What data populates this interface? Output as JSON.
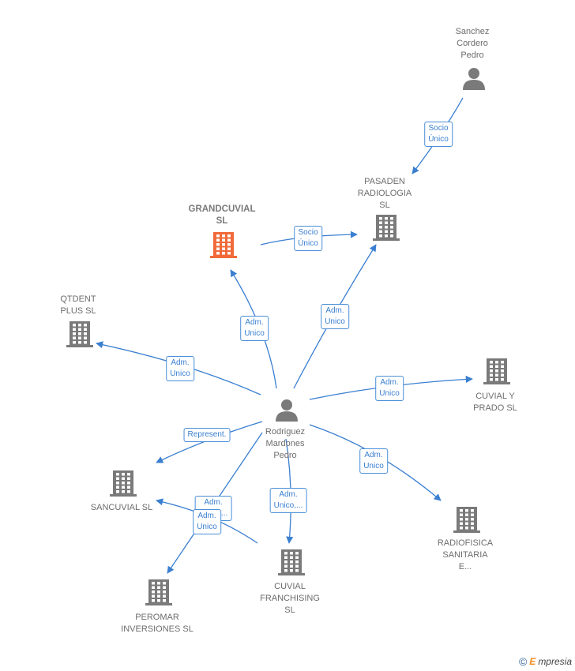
{
  "nodes": [
    {
      "id": "sanchez",
      "kind": "person",
      "label": "Sanchez\nCordero\nPedro",
      "focus": false
    },
    {
      "id": "pasaden",
      "kind": "company",
      "label": "PASADEN\nRADIOLOGIA\nSL",
      "focus": false
    },
    {
      "id": "grandcuvial",
      "kind": "company",
      "label": "GRANDCUVIAL\nSL",
      "focus": true
    },
    {
      "id": "qtdent",
      "kind": "company",
      "label": "QTDENT\nPLUS  SL",
      "focus": false
    },
    {
      "id": "cuvialprado",
      "kind": "company",
      "label": "CUVIAL Y\nPRADO  SL",
      "focus": false
    },
    {
      "id": "rodriguez",
      "kind": "person",
      "label": "Rodriguez\nMardones\nPedro",
      "focus": false
    },
    {
      "id": "sancuvial",
      "kind": "company",
      "label": "SANCUVIAL  SL",
      "focus": false
    },
    {
      "id": "radiofisica",
      "kind": "company",
      "label": "RADIOFISICA\nSANITARIA\nE...",
      "focus": false
    },
    {
      "id": "franchising",
      "kind": "company",
      "label": "CUVIAL\nFRANCHISING\nSL",
      "focus": false
    },
    {
      "id": "peromar",
      "kind": "company",
      "label": "PEROMAR\nINVERSIONES SL",
      "focus": false
    }
  ],
  "edges": [
    {
      "from": "sanchez",
      "to": "pasaden",
      "label": "Socio\nÚnico"
    },
    {
      "from": "grandcuvial",
      "to": "pasaden",
      "label": "Socio\nÚnico"
    },
    {
      "from": "rodriguez",
      "to": "pasaden",
      "label": "Adm.\nUnico"
    },
    {
      "from": "rodriguez",
      "to": "grandcuvial",
      "label": "Adm.\nUnico"
    },
    {
      "from": "rodriguez",
      "to": "qtdent",
      "label": "Adm.\nUnico"
    },
    {
      "from": "rodriguez",
      "to": "cuvialprado",
      "label": "Adm.\nUnico"
    },
    {
      "from": "rodriguez",
      "to": "sancuvial",
      "label": "Represent."
    },
    {
      "from": "rodriguez",
      "to": "radiofisica",
      "label": "Adm.\nUnico"
    },
    {
      "from": "rodriguez",
      "to": "franchising",
      "label": "Adm.\nUnico,..."
    },
    {
      "from": "rodriguez",
      "to": "peromar",
      "label": "Adm.\nUnico,..."
    },
    {
      "from": "franchising",
      "to": "sancuvial",
      "label": "Adm.\nUnico"
    }
  ],
  "colors": {
    "edge": "#3a7fd0",
    "icon": "#7a7a7a",
    "focus_icon": "#f06a3a"
  },
  "footer": {
    "copyright": "©",
    "brand_initial": "E",
    "brand_rest": "mpresia"
  }
}
